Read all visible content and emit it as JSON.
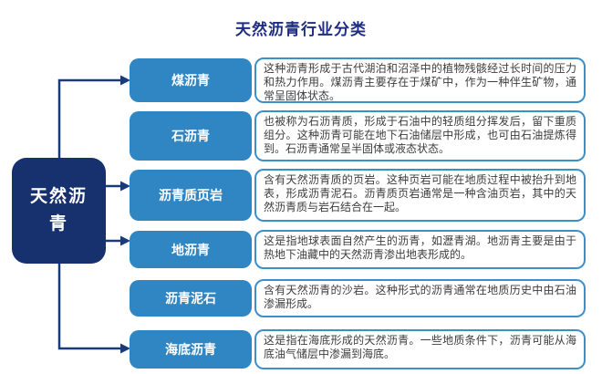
{
  "title": "天然沥青行业分类",
  "root": {
    "label": "天然沥青"
  },
  "colors": {
    "title": "#1e2d82",
    "root_box": "#17316e",
    "category_box": "#2f86c3",
    "description_border": "#3d8fc8",
    "connector": "#1b3a78"
  },
  "categories": [
    {
      "name": "煤沥青",
      "description": "这种沥青形成于古代湖泊和沼泽中的植物残骸经过长时间的压力和热力作用。煤沥青主要存在于煤矿中，作为一种伴生矿物，通常呈固体状态。",
      "arrow": true
    },
    {
      "name": "石沥青",
      "description": "也被称为石沥青质，形成于石油中的轻质组分挥发后，留下重质组分。这种沥青可能在地下石油储层中形成，也可由石油提炼得到。石沥青通常呈半固体或液态状态。",
      "arrow": false
    },
    {
      "name": "沥青质页岩",
      "description": "含有天然沥青质的页岩。这种页岩可能在地质过程中被抬升到地表，形成沥青泥石。沥青质页岩通常是一种含油页岩，其中的天然沥青质与岩石结合在一起。",
      "arrow": true
    },
    {
      "name": "地沥青",
      "description": "这是指地球表面自然产生的沥青，如瀝青湖。地沥青主要是由于热地下油藏中的天然沥青渗出地表形成的。",
      "arrow": true
    },
    {
      "name": "沥青泥石",
      "description": "含有天然沥青的沙岩。这种形式的沥青通常在地质历史中由石油渗漏形成。",
      "arrow": false
    },
    {
      "name": "海底沥青",
      "description": "这是指在海底形成的天然沥青。一些地质条件下，沥青可能从海底油气储层中渗漏到海底。",
      "arrow": true
    }
  ]
}
